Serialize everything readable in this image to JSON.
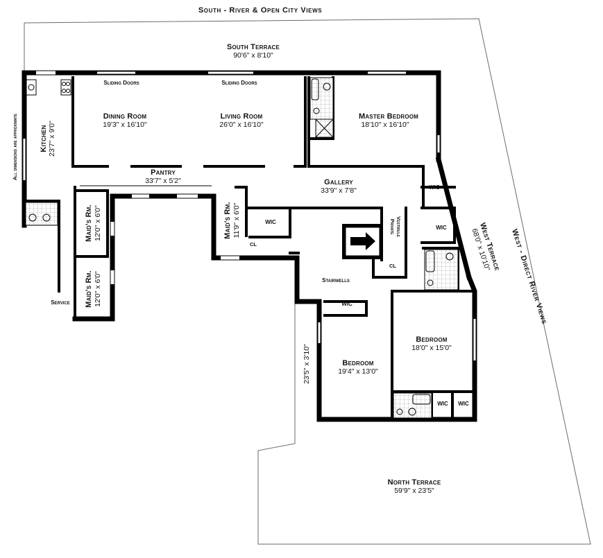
{
  "views": {
    "south": "South - River & Open City Views",
    "west": "West - Direct River Views",
    "note": "All dimensions are approximate"
  },
  "rooms": {
    "south_terrace": {
      "name": "South Terrace",
      "dims": "90'6\" x 8'10\""
    },
    "dining_room": {
      "name": "Dining Room",
      "dims": "19'3\" x 16'10\""
    },
    "living_room": {
      "name": "Living Room",
      "dims": "26'0\" x 16'10\""
    },
    "master_bedroom": {
      "name": "Master Bedroom",
      "dims": "18'10\" x 16'10\""
    },
    "kitchen": {
      "name": "Kitchen",
      "dims": "23'7\" x 9'0\""
    },
    "pantry": {
      "name": "Pantry",
      "dims": "33'7\" x 5'2\""
    },
    "gallery": {
      "name": "Gallery",
      "dims": "33'9\" x 7'8\""
    },
    "maids_rm_1": {
      "name": "Maid's Rm.",
      "dims": "12'0\" x 6'0\""
    },
    "maids_rm_2": {
      "name": "Maid's Rm.",
      "dims": "12'0\" x 6'0\""
    },
    "maids_rm_3": {
      "name": "Maid's Rm.",
      "dims": "11'9\" x 6'0\""
    },
    "west_terrace": {
      "name": "West Terrace",
      "dims": "68'0\" x 10'10\""
    },
    "bedroom_1": {
      "name": "Bedroom",
      "dims": "18'0\" x 15'0\""
    },
    "bedroom_2": {
      "name": "Bedroom",
      "dims": "19'4\" x 13'0\""
    },
    "north_terrace": {
      "name": "North Terrace",
      "dims": "59'9\" x 23'5\""
    },
    "side_terrace_dim": "23'5\" x 3'10\""
  },
  "labels": {
    "sliding_doors_1": "Sliding Doors",
    "sliding_doors_2": "Sliding Doors",
    "wic_1": "WIC",
    "wic_2": "WIC",
    "wic_3": "WIC",
    "wic_4": "WIC",
    "wic_5": "WIC",
    "wic_6": "WIC",
    "cl_1": "CL",
    "cl_2": "CL",
    "stairwells": "Stairwells",
    "private": "Private",
    "vestibule": "Vestibule",
    "service": "Service"
  }
}
